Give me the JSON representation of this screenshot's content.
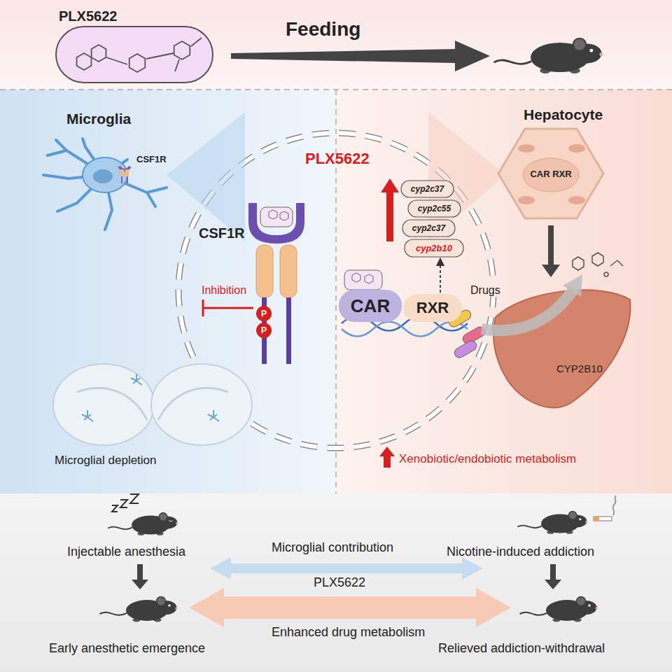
{
  "diagram": {
    "nodes": [
      {
        "text": [
          "PLX5622"
        ]
      },
      {
        "text": [
          "Microglia",
          "Microglial depletion"
        ]
      },
      {
        "text": [
          "Hepatocyte",
          "Xenobiotic/endobiotic metabolism"
        ]
      },
      {
        "text": [
          "cyp2c37"
        ],
        "in": 2
      },
      {
        "text": [
          "cyp2c55"
        ],
        "in": 2
      },
      {
        "text": [
          "cyp2c37"
        ],
        "in": 2
      },
      {
        "text": [
          "cyp2b10"
        ],
        "in": 2
      },
      {
        "text": [
          "CAR"
        ],
        "in": 2
      },
      {
        "text": [
          "RXR"
        ],
        "in": 2
      },
      {
        "text": [
          "CAR RXR"
        ],
        "in": 2
      },
      {
        "text": [
          "CYP2B10"
        ],
        "in": 2
      }
    ],
    "edges": [
      {
        "from": 8,
        "to": 6,
        "arrow": "to"
      }
    ],
    "labels": [
      "Feeding",
      "CSF1R",
      "PLX5622",
      "CSF1R",
      "Inhibition",
      "P",
      "P",
      "Drugs",
      "Injectable anesthesia",
      "Microglial contribution",
      "Nicotine-induced addiction",
      "PLX5622",
      "Enhanced drug metabolism",
      "Early anesthetic emergence",
      "Relieved addiction-withdrawal"
    ]
  }
}
